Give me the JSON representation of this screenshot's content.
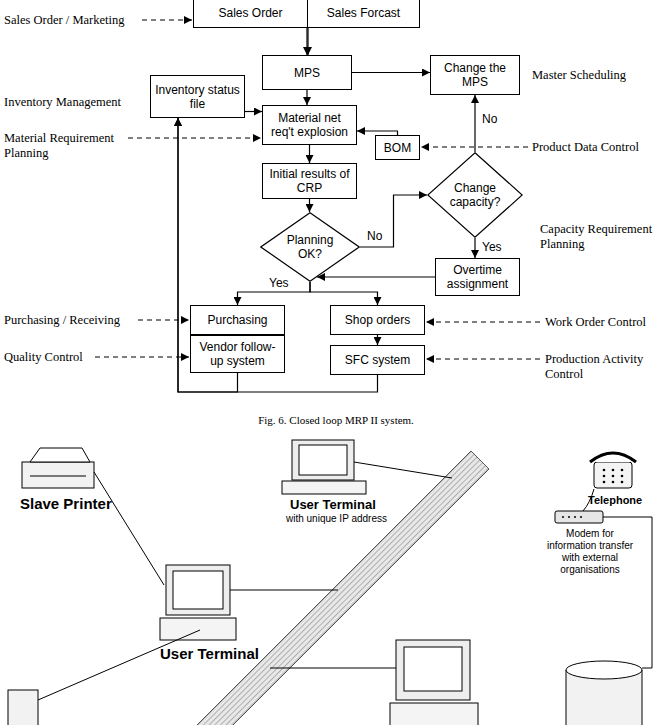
{
  "diagram": {
    "caption": "Fig. 6. Closed loop MRP II system.",
    "nodes": [
      {
        "text": [
          "Sales Order"
        ]
      },
      {
        "text": [
          "Sales Forcast"
        ]
      },
      {
        "text": [
          "MPS"
        ]
      },
      {
        "text": [
          "Change the MPS"
        ]
      },
      {
        "text": [
          "Inventory status file"
        ]
      },
      {
        "text": [
          "Material net req't explosion"
        ]
      },
      {
        "text": [
          "BOM"
        ]
      },
      {
        "text": [
          "Initial results of CRP"
        ]
      },
      {
        "text": [
          "Change capacity?"
        ]
      },
      {
        "text": [
          "Planning OK?"
        ]
      },
      {
        "text": [
          "Overtime assignment"
        ]
      },
      {
        "text": [
          "Purchasing"
        ]
      },
      {
        "text": [
          "Shop orders"
        ]
      },
      {
        "text": [
          "Vendor follow-up system"
        ]
      },
      {
        "text": [
          "SFC system"
        ]
      }
    ],
    "edges": [
      {
        "from": 0,
        "to": 2,
        "arrow": "to"
      },
      {
        "from": 1,
        "to": 2,
        "arrow": "to"
      },
      {
        "from": 2,
        "to": 3,
        "arrow": "to"
      },
      {
        "from": 2,
        "to": 5,
        "arrow": "to"
      },
      {
        "from": 4,
        "to": 5,
        "arrow": "to"
      },
      {
        "from": 6,
        "to": 5,
        "arrow": "to"
      },
      {
        "from": 5,
        "to": 7,
        "arrow": "to"
      },
      {
        "from": 7,
        "to": 9,
        "arrow": "to"
      },
      {
        "from": 9,
        "to": 8,
        "label": "No",
        "arrow": "to"
      },
      {
        "from": 8,
        "to": 3,
        "label": "No",
        "arrow": "to"
      },
      {
        "from": 8,
        "to": 10,
        "label": "Yes",
        "arrow": "to"
      },
      {
        "from": 10,
        "to": 9,
        "arrow": "to"
      },
      {
        "from": 9,
        "to": 11,
        "label": "Yes",
        "arrow": "to"
      },
      {
        "from": 9,
        "to": 12,
        "arrow": "to"
      },
      {
        "from": 12,
        "to": 14,
        "arrow": "to"
      },
      {
        "from": 13,
        "to": 4,
        "arrow": "to"
      },
      {
        "from": 14,
        "to": 4,
        "arrow": "to"
      }
    ],
    "labels": [
      "Sales Order / Marketing",
      "Inventory Management",
      "Material Requirement Planning",
      "Master Scheduling",
      "Product Data Control",
      "Capacity Requirement Planning",
      "Purchasing / Receiving",
      "Work Order Control",
      "Quality Control",
      "Production Activity Control",
      "Slave Printer",
      "User Terminal",
      "with unique IP address",
      "Telephone",
      "Modem for information transfer with external organisations",
      "User Terminal"
    ]
  }
}
